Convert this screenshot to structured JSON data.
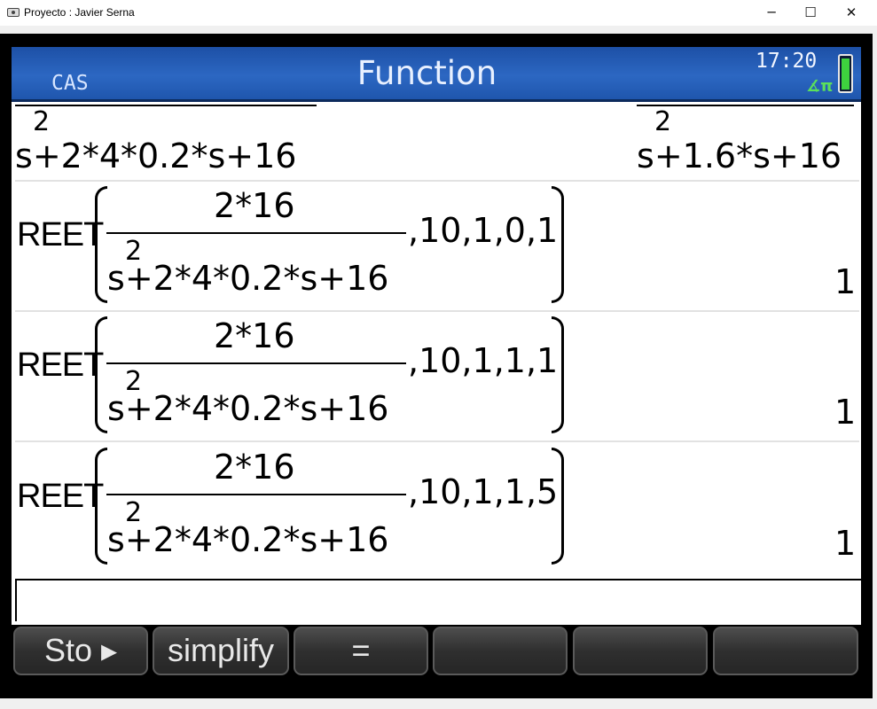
{
  "window": {
    "title": "Proyecto : Javier Serna",
    "minimize_glyph": "─",
    "maximize_glyph": "☐",
    "close_glyph": "✕"
  },
  "header": {
    "mode": "CAS",
    "app_name": "Function",
    "time": "17:20",
    "angle_indicator": "∡π",
    "battery_level": 0.88,
    "color_top": "#1d50a6",
    "color_text": "#e8f0ff"
  },
  "history": [
    {
      "input_denominator": {
        "base": "s",
        "exp": "2",
        "rest": "+2*4*0.2*s+16"
      },
      "output_denominator": {
        "base": "s",
        "exp": "2",
        "rest": "+1.6*s+16"
      }
    },
    {
      "function": "REET",
      "numerator": "2*16",
      "denominator": {
        "base": "s",
        "exp": "2",
        "rest": "+2*4*0.2*s+16"
      },
      "args": ",10,1,0,1",
      "result": "1"
    },
    {
      "function": "REET",
      "numerator": "2*16",
      "denominator": {
        "base": "s",
        "exp": "2",
        "rest": "+2*4*0.2*s+16"
      },
      "args": ",10,1,1,1",
      "result": "1"
    },
    {
      "function": "REET",
      "numerator": "2*16",
      "denominator": {
        "base": "s",
        "exp": "2",
        "rest": "+2*4*0.2*s+16"
      },
      "args": ",10,1,1,5",
      "result": "1"
    }
  ],
  "entry": {
    "value": ""
  },
  "softkeys": [
    "Sto ▸",
    "simplify",
    "=",
    "",
    "",
    ""
  ]
}
